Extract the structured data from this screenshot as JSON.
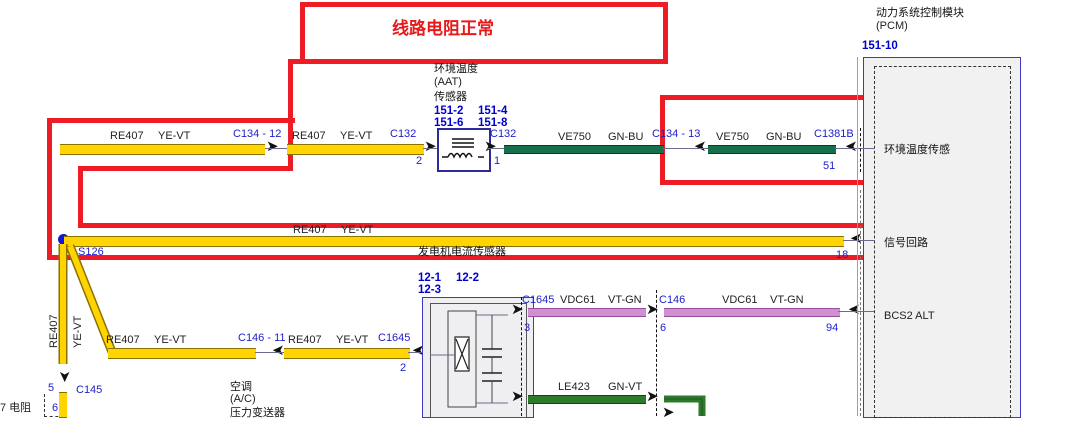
{
  "annotation": {
    "title": "线路电阻正常",
    "color": "#ee1c24"
  },
  "modules": {
    "pcm": {
      "name_cn": "动力系统控制模块",
      "name_en": "(PCM)",
      "code": "151-10",
      "pins": [
        {
          "label": "环境温度传感",
          "pin": "51"
        },
        {
          "label": "信号回路",
          "pin": "18"
        },
        {
          "label": "BCS2 ALT",
          "pin": "94"
        }
      ]
    },
    "aat": {
      "name_cn1": "环境温度",
      "name_en": "(AAT)",
      "name_cn2": "传感器",
      "codes": [
        "151-2",
        "151-4",
        "151-6",
        "151-8"
      ],
      "left_conn": "C132",
      "left_pin": "2",
      "right_conn": "C132",
      "right_pin": "1"
    },
    "ac": {
      "name_cn1": "空调",
      "name_en": "(A/C)",
      "name_cn2": "压力变送器",
      "codes": [
        "12-1",
        "12-2",
        "12-3"
      ]
    }
  },
  "wires": {
    "aat_signal_left_a": {
      "circuit": "RE407",
      "color": "YE-VT"
    },
    "aat_signal_left_b": {
      "circuit": "RE407",
      "color": "YE-VT"
    },
    "aat_signal_right_a": {
      "circuit": "VE750",
      "color": "GN-BU"
    },
    "aat_signal_right_b": {
      "circuit": "VE750",
      "color": "GN-BU"
    },
    "signal_return": {
      "circuit": "RE407",
      "color": "YE-VT"
    },
    "ac_branch_a": {
      "circuit": "RE407",
      "color": "YE-VT"
    },
    "ac_branch_b": {
      "circuit": "RE407",
      "color": "YE-VT"
    },
    "ac_branch_v1": {
      "circuit": "RE407"
    },
    "ac_branch_v2": {
      "color": "YE-VT"
    },
    "bcs2_a": {
      "circuit": "VDC61",
      "color": "VT-GN"
    },
    "bcs2_b": {
      "circuit": "VDC61",
      "color": "VT-GN"
    },
    "le423": {
      "circuit": "LE423",
      "color": "GN-VT"
    }
  },
  "connectors": {
    "c134_12": "C134  -  12",
    "c134_13": "C134  -  13",
    "c132_left": "C132",
    "c132_left_pin": "2",
    "c132_right": "C132",
    "c132_right_pin": "1",
    "c1381b": "C1381B",
    "c1381b_pin": "51",
    "c1645_top": "C1645",
    "c1645_top_pin": "3",
    "c146_top": "C146",
    "c146_top_pin": "6",
    "bcs2_pcm_pin": "94",
    "c146_11": "C146  -  11",
    "c1645_low": "C1645",
    "c1645_low_pin": "2",
    "c145": "C145",
    "c145_pin5": "5",
    "c145_pin6": "6",
    "splice": "S126",
    "signal_return_pin": "18"
  },
  "labels": {
    "alternator_current_sensor": "发电机电流传感器",
    "bottom_left_partial": "7  电阻"
  }
}
